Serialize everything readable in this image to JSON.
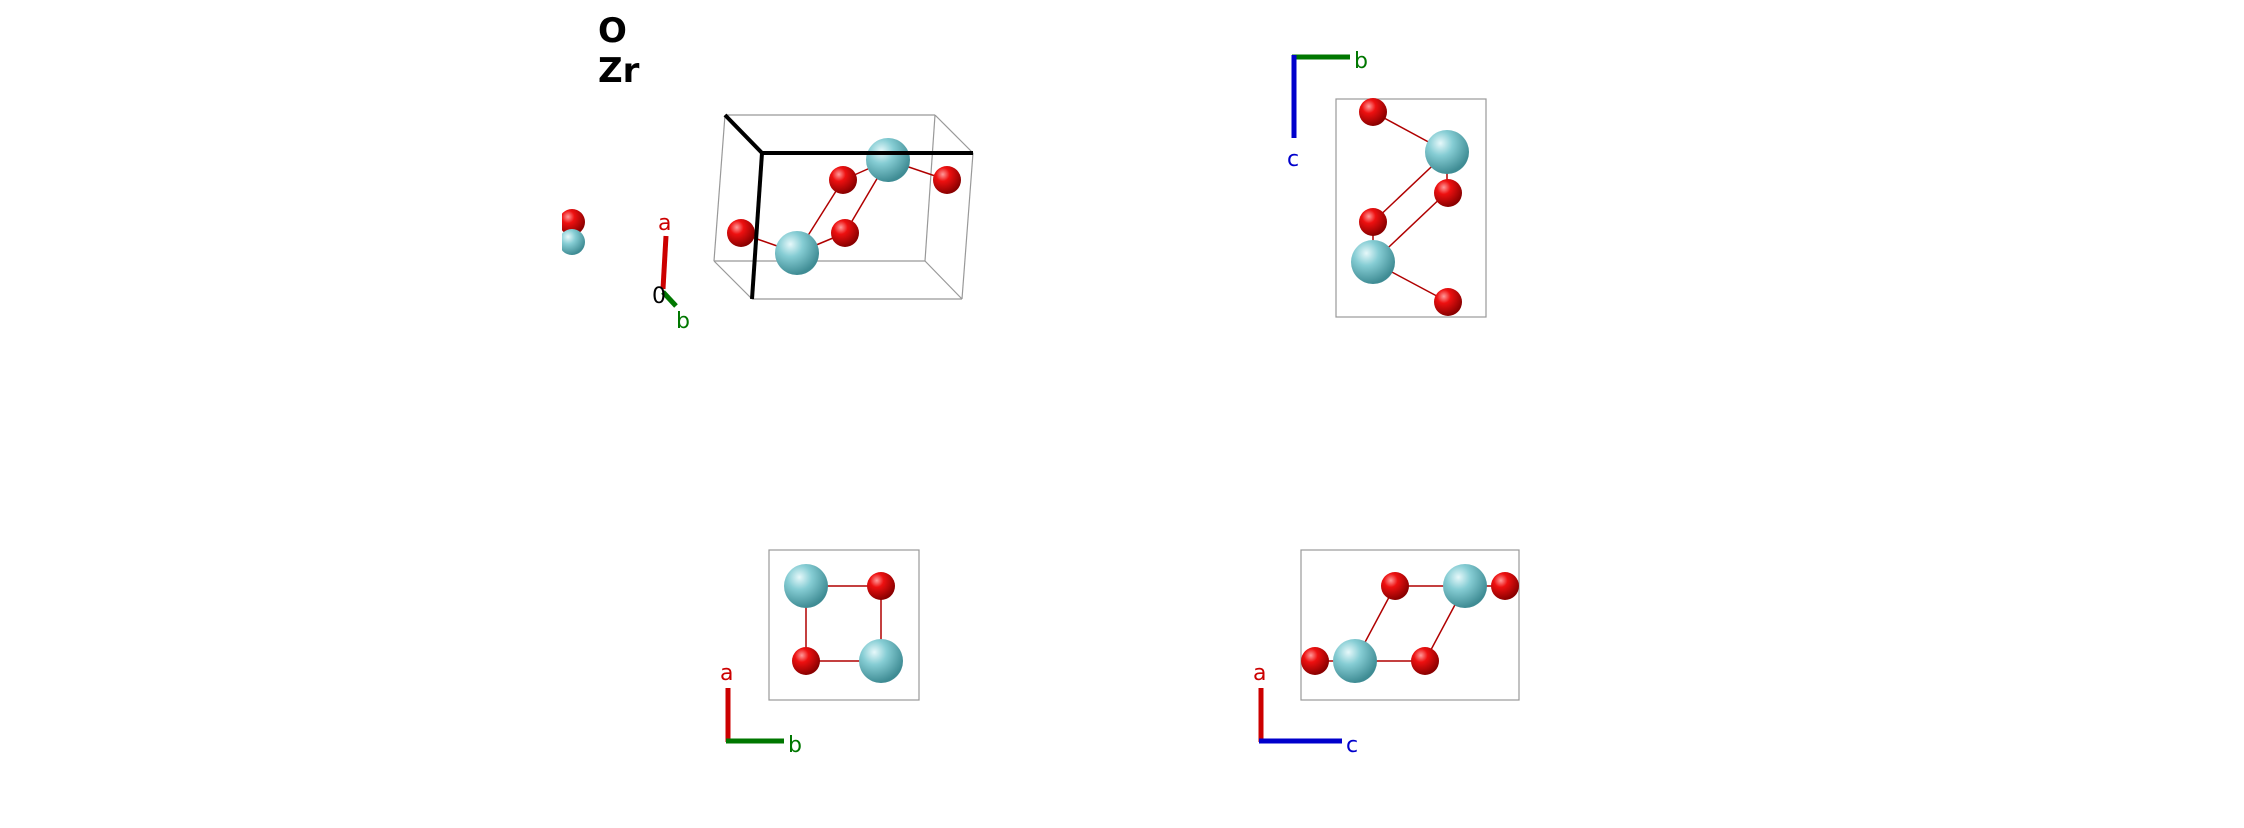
{
  "legend": {
    "items": [
      {
        "label": "O",
        "element": "O",
        "color": "#ff0d0d"
      },
      {
        "label": "Zr",
        "element": "Zr",
        "color": "#7ec8d0"
      }
    ]
  },
  "colors": {
    "O": "#ff0d0d",
    "Zr": "#7ec8d0",
    "axis_a": "#cc0000",
    "axis_b": "#007700",
    "axis_c": "#0000cc",
    "bond": "#b00000",
    "cell": "#888888"
  },
  "axes": {
    "a": "a",
    "b": "b",
    "c": "c",
    "origin": "0"
  },
  "views": [
    {
      "id": "perspective",
      "axes": [
        "a",
        "b"
      ]
    },
    {
      "id": "view-bc",
      "axes": [
        "b",
        "c"
      ]
    },
    {
      "id": "view-ab",
      "axes": [
        "a",
        "b"
      ]
    },
    {
      "id": "view-ac",
      "axes": [
        "a",
        "c"
      ]
    }
  ]
}
